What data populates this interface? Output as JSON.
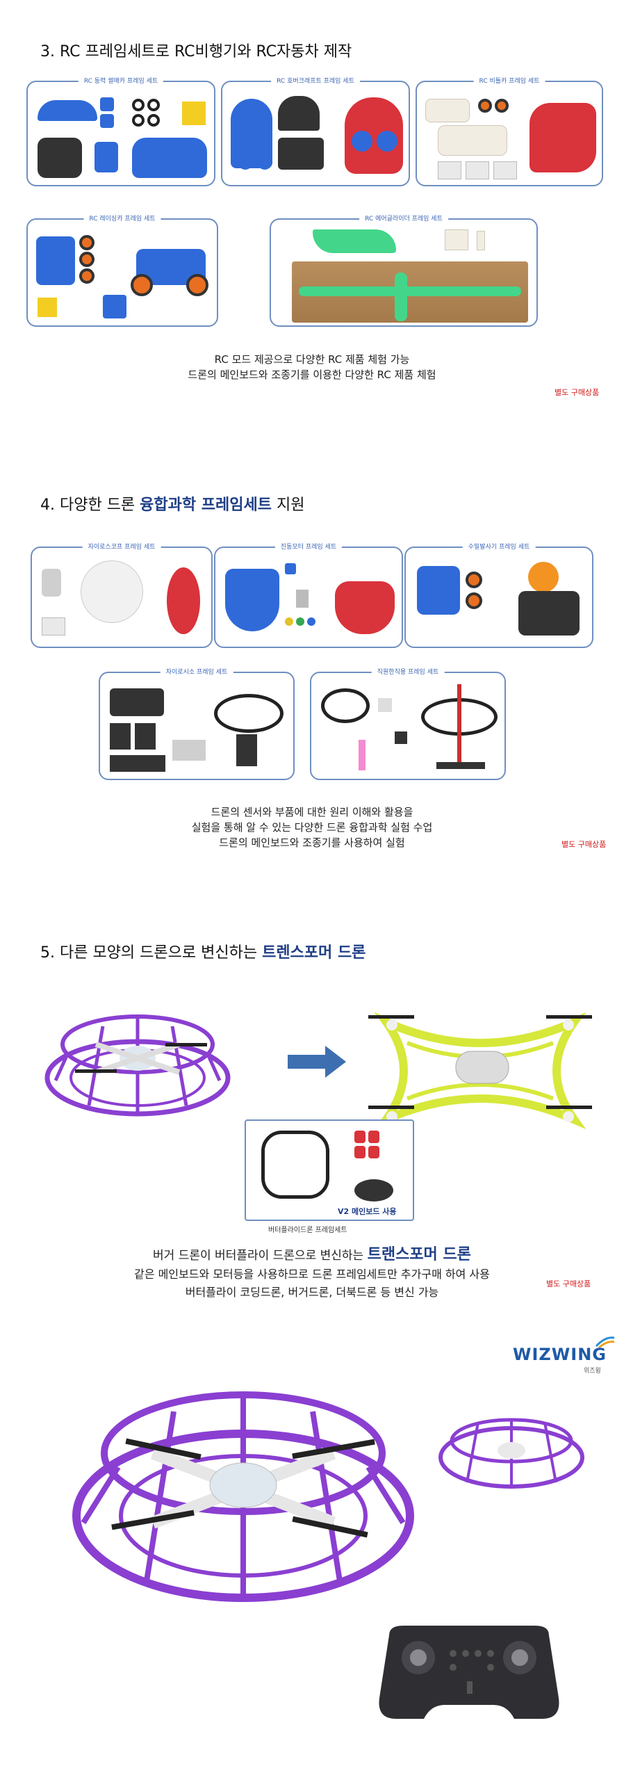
{
  "section3": {
    "title_prefix": "3. RC 프레임세트로 RC비행기와 RC자동차 제작",
    "cards": [
      {
        "title": "RC 동력 썰매카 프레임 세트"
      },
      {
        "title": "RC 호버크래프트 프레임 세트"
      },
      {
        "title": "RC 비틀카 프레임 세트"
      },
      {
        "title": "RC 레이싱카 프레임 세트"
      },
      {
        "title": "RC 에어글라이더 프레임 세트"
      }
    ],
    "desc_line1": "RC 모드 제공으로 다양한 RC 제품 체험 가능",
    "desc_line2": "드론의 메인보드와 조종기를 이용한 다양한 RC 제품 체험",
    "note": "별도 구매상품"
  },
  "section4": {
    "title_prefix": "4. 다양한 드론 ",
    "title_highlight": "융합과학 프레임세트",
    "title_suffix": " 지원",
    "cards": [
      {
        "title": "자이로스코프 프레임 세트"
      },
      {
        "title": "진동모터 프레임 세트"
      },
      {
        "title": "수밀발사기 프레임 세트"
      },
      {
        "title": "자이로시소 프레임 세트"
      },
      {
        "title": "직원한직용 프레임 세트"
      }
    ],
    "desc_line1": "드론의 센서와 부품에 대한 원리 이해와 활용을",
    "desc_line2": "실험을 통해 알 수 있는 다양한 드론 융합과학 실험 수업",
    "desc_line3": "드론의 메인보드와 조종기를 사용하여 실험",
    "note": "별도 구매상품"
  },
  "section5": {
    "title_prefix": "5. 다른 모양의 드론으로 변신하는 ",
    "title_highlight": "트렌스포머 드론",
    "kit_badge": "V2 메인보드 사용",
    "kit_caption": "버터플라이드론 프레임세트",
    "desc_line1_prefix": "버거 드론이 버터플라이 드론으로 변신하는 ",
    "desc_line1_highlight": "트랜스포머 드론",
    "desc_line2": "같은 메인보드와 모터등을 사용하므로 드론 프레임세트만 추가구매 하여 사용",
    "desc_line3": "버터플라이 코딩드론, 버거드론, 더북드론 등 변신 가능",
    "note": "별도 구매상품"
  },
  "brand": {
    "name": "WIZWING",
    "sub": "위즈윙"
  },
  "colors": {
    "accent_blue": "#1f3f86",
    "note_red": "#d11b1b",
    "frame_purple": "#8a3fd1",
    "frame_lime": "#d6e83a"
  }
}
